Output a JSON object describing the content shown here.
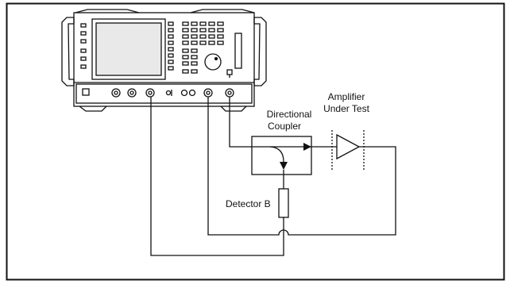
{
  "labels": {
    "amplifier_line1": "Amplifier",
    "amplifier_line2": "Under Test",
    "coupler_line1": "Directional",
    "coupler_line2": "Coupler",
    "detector": "Detector B"
  }
}
